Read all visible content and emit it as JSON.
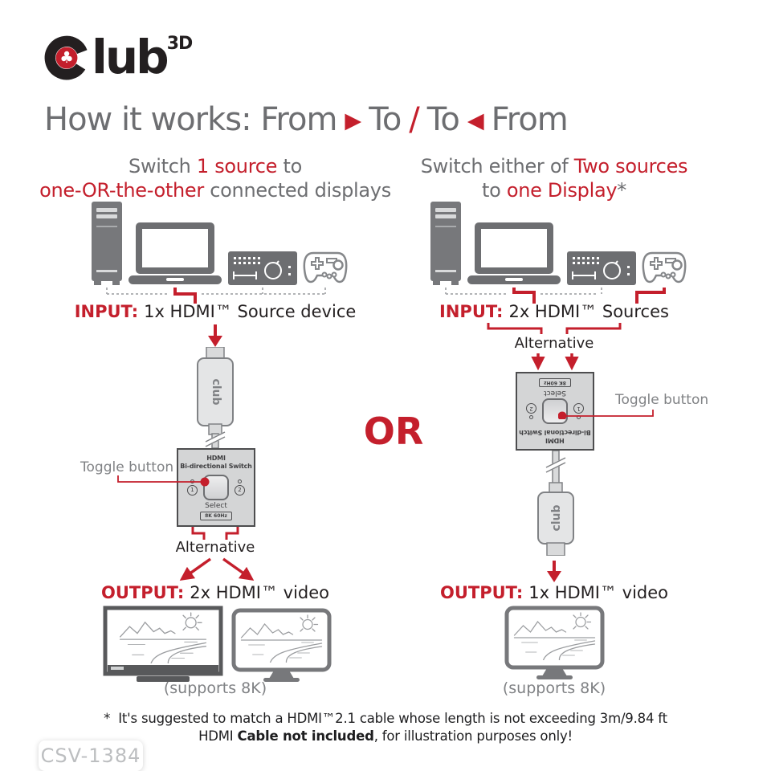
{
  "logo": {
    "brand_c_suit": "♣",
    "brand_rest": "lub",
    "superscript": "3D"
  },
  "title": {
    "seg1": "How it works: From",
    "arrow_right": "▶",
    "seg2": "To",
    "slash": "/",
    "seg3": "To",
    "arrow_left": "◀",
    "seg4": "From"
  },
  "left": {
    "heading_l1_a": "Switch ",
    "heading_l1_b": "1 source",
    "heading_l1_c": " to",
    "heading_l2_a": "one-OR-the-other",
    "heading_l2_b": " connected displays",
    "input_label": "INPUT:",
    "input_text": "1x HDMI™ Source device",
    "toggle_button_label": "Toggle button",
    "alternative_label": "Alternative",
    "output_label": "OUTPUT:",
    "output_text": "2x HDMI™ video",
    "supports_label": "(supports 8K)"
  },
  "right": {
    "heading_l1_a": "Switch either of ",
    "heading_l1_b": "Two sources",
    "heading_l2_a": "to ",
    "heading_l2_b": "one Display",
    "heading_l2_c": "*",
    "input_label": "INPUT:",
    "input_text": "2x HDMI™ Sources",
    "toggle_button_label": "Toggle button",
    "alternative_label": "Alternative",
    "output_label": "OUTPUT:",
    "output_text": "1x HDMI™ video",
    "supports_label": "(supports 8K)"
  },
  "or_label": "OR",
  "switch": {
    "line1": "HDMI",
    "line2": "Bi-directional Switch",
    "select": "Select",
    "badge": "8K 60Hz",
    "indicator1": "1",
    "indicator2": "2"
  },
  "cable": {
    "brand": "club"
  },
  "footnote": {
    "line1": "*  It's suggested to match a HDMI™2.1 cable whose length is not exceeding 3m/9.84 ft",
    "line2_a": "HDMI ",
    "line2_b": "Cable not included",
    "line2_c": ", for illustration purposes only!"
  },
  "sku": "CSV-1384",
  "colors": {
    "accent_red": "#c41f2c",
    "text_dark": "#231f20",
    "text_gray": "#6d6e71",
    "device_gray": "#77787b"
  }
}
